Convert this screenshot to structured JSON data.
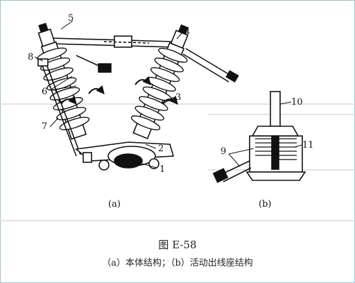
{
  "figure": {
    "title": "图 E-58",
    "caption": "（a）本体结构；（b）活动出线座结构",
    "panel_labels": {
      "a": "(a)",
      "b": "(b)"
    }
  },
  "callouts": {
    "c1": "1",
    "c2": "2",
    "c3": "3",
    "c4": "4",
    "c5": "5",
    "c6": "6",
    "c7": "7",
    "c8": "8",
    "c9": "9",
    "c10": "10",
    "c11": "11"
  }
}
